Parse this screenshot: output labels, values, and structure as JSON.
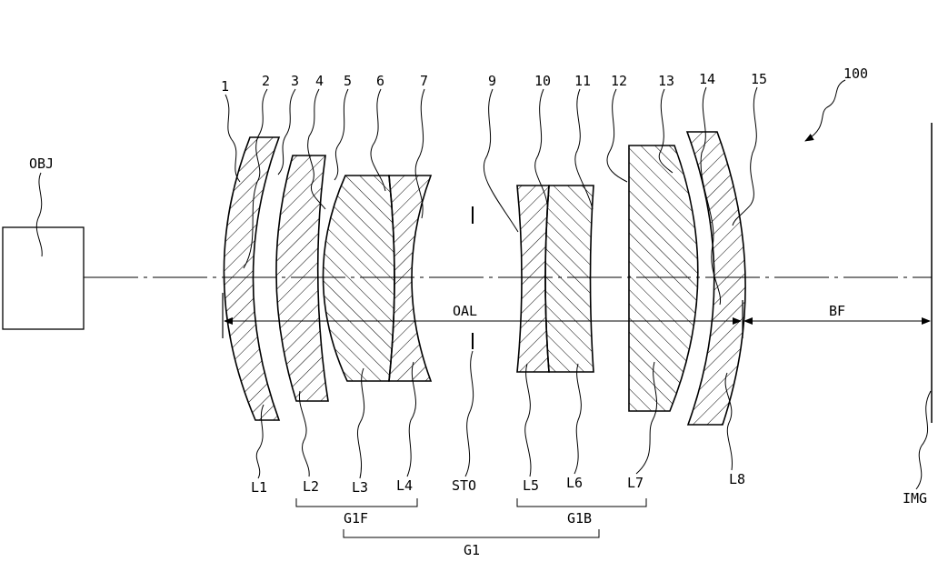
{
  "object_label": "OBJ",
  "patent_ref": "100",
  "surface_labels": [
    "1",
    "2",
    "3",
    "4",
    "5",
    "6",
    "7",
    "9",
    "10",
    "11",
    "12",
    "13",
    "14",
    "15"
  ],
  "lens_labels": [
    "L1",
    "L2",
    "L3",
    "L4",
    "L5",
    "L6",
    "L7",
    "L8"
  ],
  "stop_label": "STO",
  "oal_label": "OAL",
  "bf_label": "BF",
  "image_label": "IMG",
  "group_labels": {
    "g1f": "G1F",
    "g1b": "G1B",
    "g1": "G1"
  }
}
